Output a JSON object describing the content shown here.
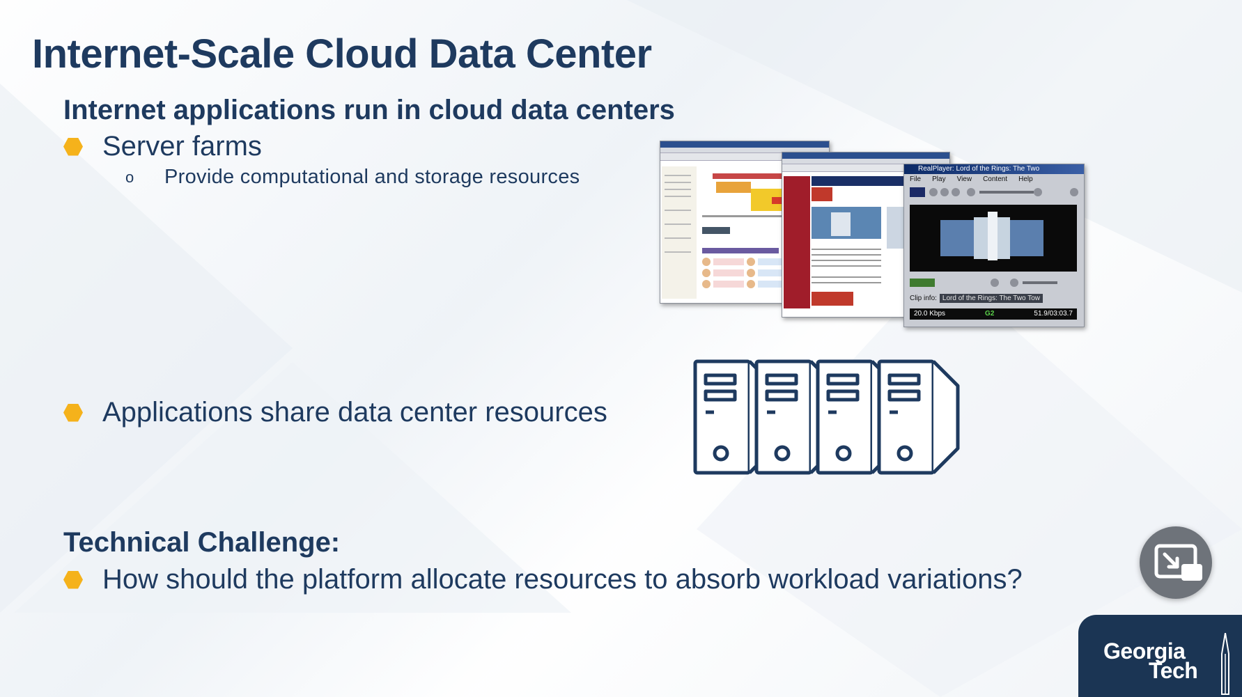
{
  "slide": {
    "title": "Internet-Scale Cloud Data Center",
    "subheading": "Internet applications run in cloud data centers",
    "bullets": [
      {
        "text": "Server farms"
      },
      {
        "text": "Applications share data center resources"
      }
    ],
    "sub_bullet": {
      "marker": "o",
      "text": "Provide computational and storage resources"
    },
    "challenge_heading": "Technical Challenge:",
    "challenge_bullet": "How should the platform allocate resources to absorb workload variations?",
    "bullet_color": "#f5b21b",
    "text_color": "#1e3a5f"
  },
  "screenshots": {
    "realplayer": {
      "title": "RealPlayer: Lord of the Rings: The Two",
      "menu": [
        "File",
        "Play",
        "View",
        "Content",
        "Help"
      ],
      "clip_label": "Clip info:",
      "clip_name": "Lord of the Rings: The Two Tow",
      "bitrate": "20.0 Kbps",
      "badge": "G2",
      "time": "51.9/03:03.7"
    }
  },
  "servers": {
    "count": 4,
    "icon": "server-tower-icon"
  },
  "controls": {
    "fullscreen_icon": "exit-fullscreen-icon"
  },
  "logo": {
    "line1": "Georgia",
    "line2": "Tech",
    "bg_color": "#1b3554"
  }
}
